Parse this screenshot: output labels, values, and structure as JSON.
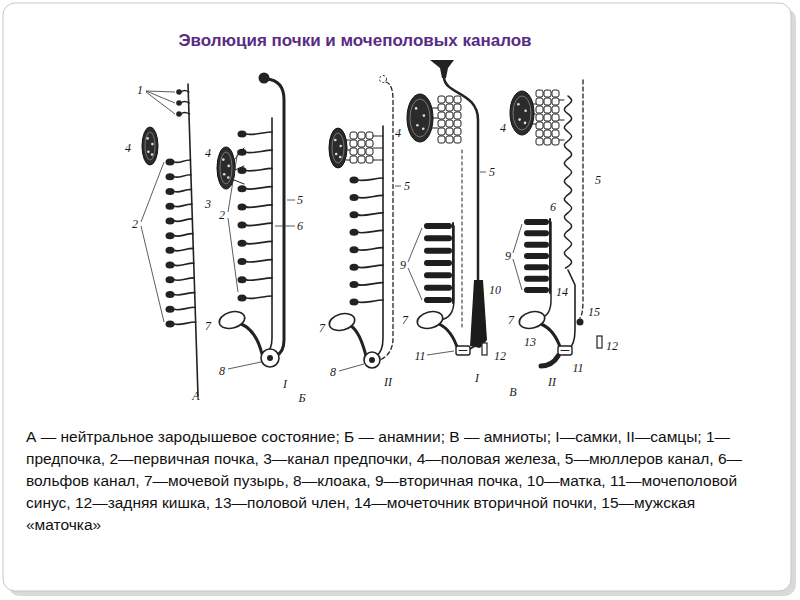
{
  "diagram": {
    "title": "Эволюция почки и мочеполовых каналов",
    "caption": "А — нейтральное зародышевое состояние; Б — анамнии; В — амниоты; I—самки, II—самцы; 1—предпочка, 2—первичная почка, 3—канал предпочки, 4—половая железа, 5—мюллеров канал, 6—вольфов канал, 7—мочевой пузырь, 8—клоака, 9—вторичная почка, 10—матка, 11—мочеполовой синус, 12—задняя кишка, 13—половой член, 14—мочеточник вторичной почки, 15—мужская «маточка»",
    "labels": [
      "1",
      "4",
      "2",
      "3",
      "А",
      "4",
      "2",
      "5",
      "6",
      "7",
      "8",
      "I",
      "7",
      "8",
      "5",
      "Б",
      "II",
      "4",
      "5",
      "9",
      "10",
      "7",
      "11",
      "12",
      "I",
      "4",
      "5",
      "6",
      "9",
      "14",
      "15",
      "7",
      "13",
      "11",
      "12",
      "В",
      "II"
    ]
  }
}
